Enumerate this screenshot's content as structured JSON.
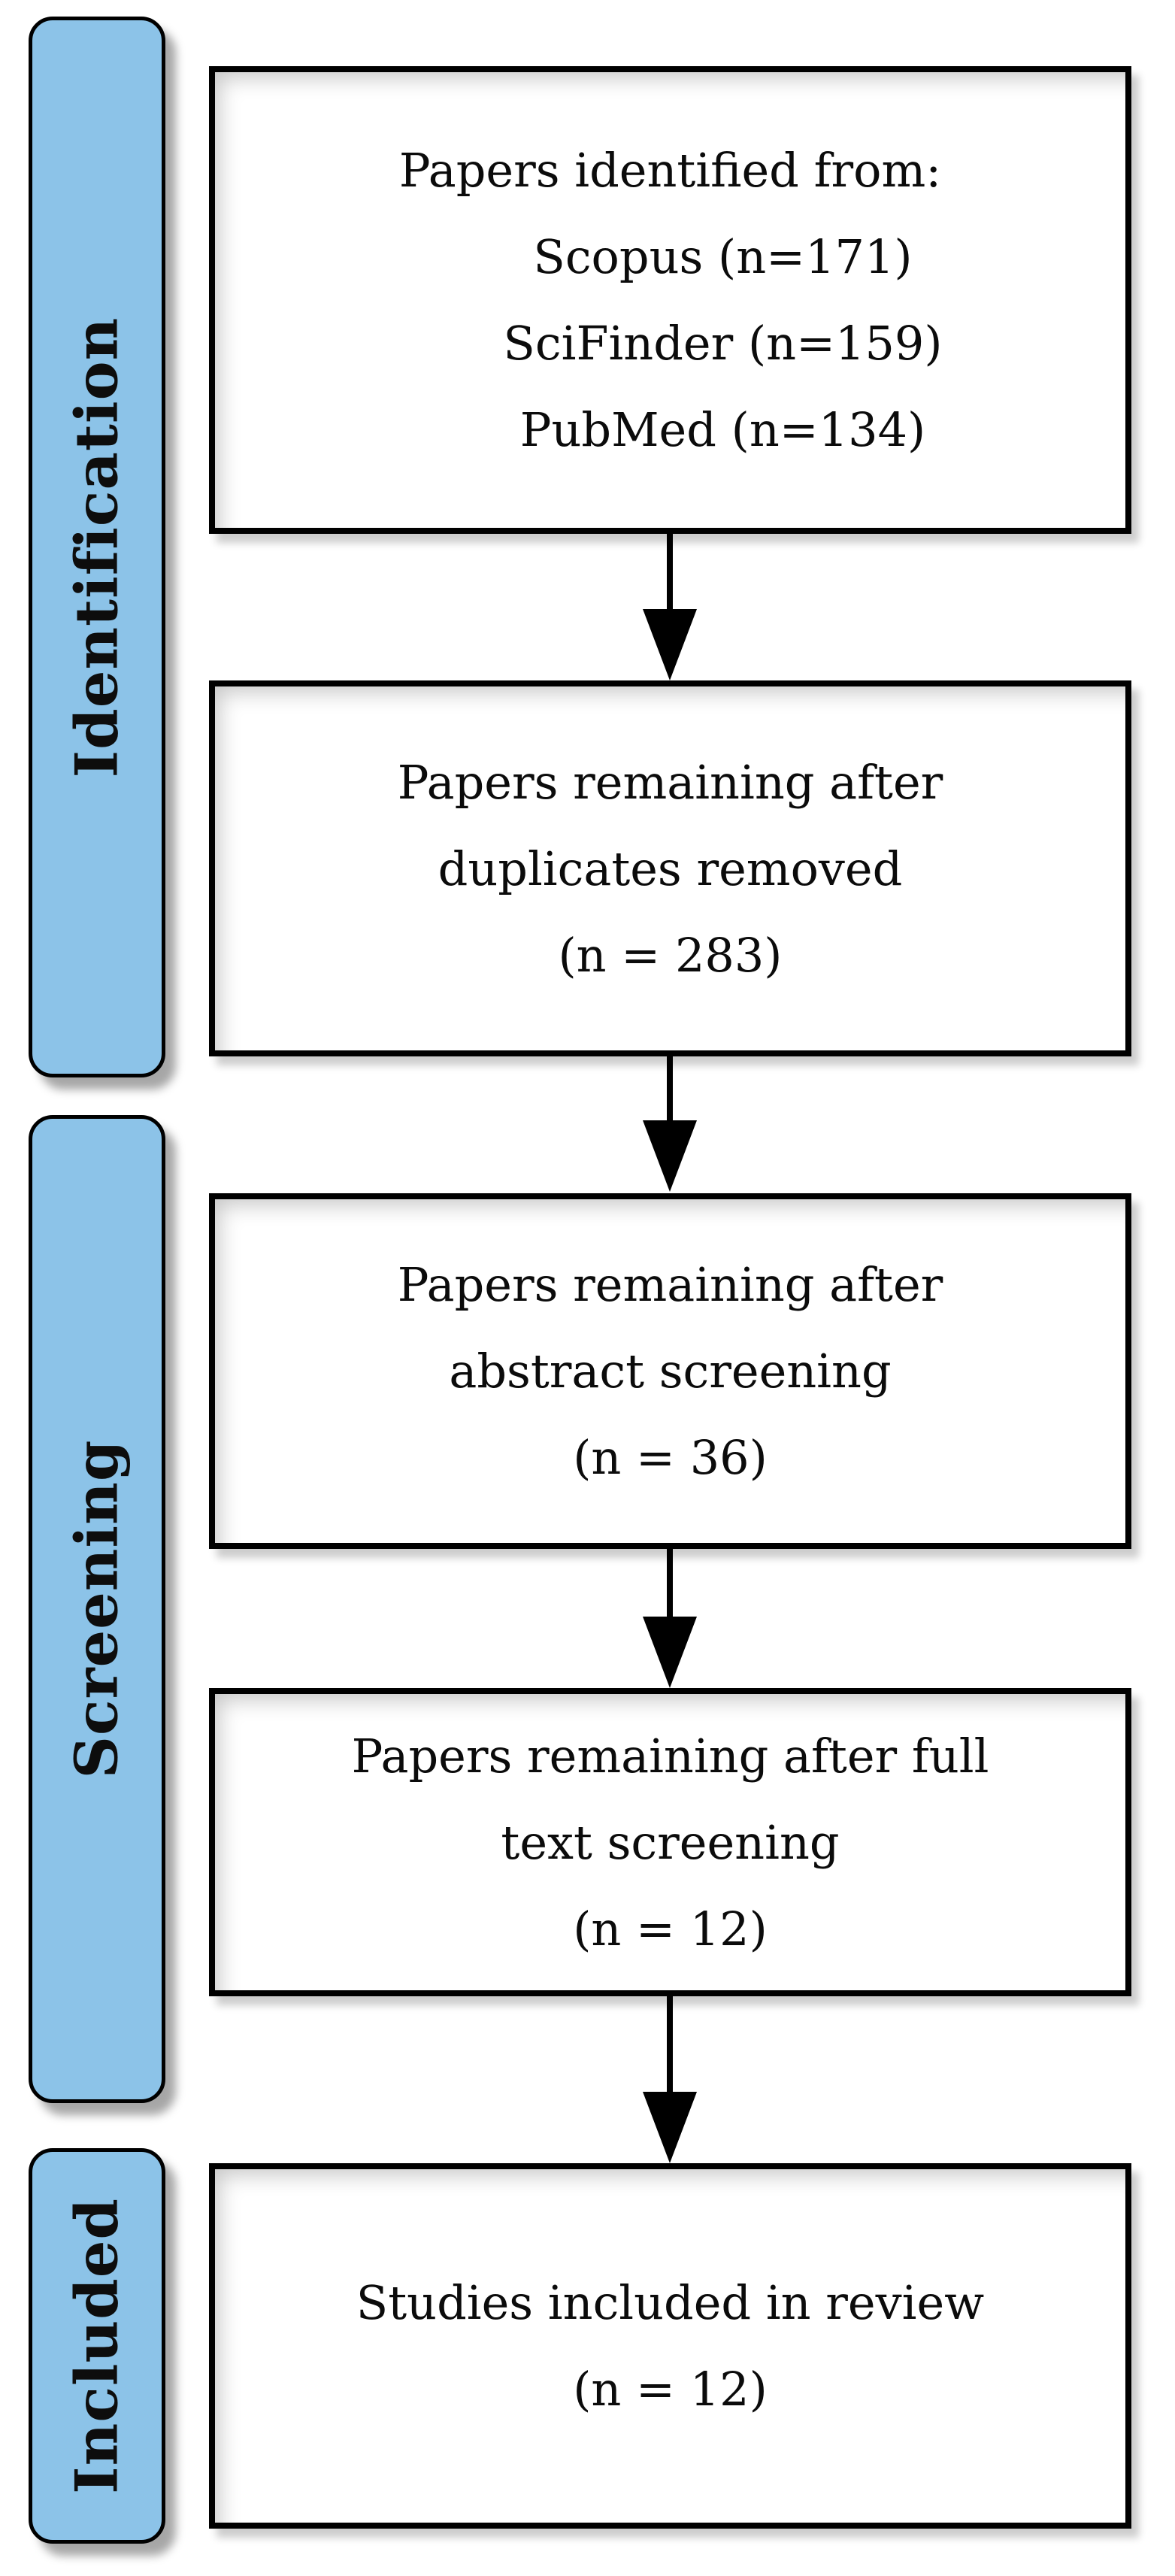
{
  "figure": {
    "type": "prisma-flow-diagram",
    "colors": {
      "stage_bar_fill": "#8CC3E8",
      "stage_bar_border": "#000000",
      "box_border": "#000000",
      "arrow": "#000000",
      "background": "#ffffff"
    },
    "stages": [
      {
        "label": "Identification"
      },
      {
        "label": "Screening"
      },
      {
        "label": "Included"
      }
    ],
    "boxes": [
      {
        "lines": [
          "Papers identified from:",
          "Scopus (n=171)",
          "SciFinder (n=159)",
          "PubMed (n=134)"
        ]
      },
      {
        "lines": [
          "Papers remaining after",
          "duplicates removed",
          "(n = 283)"
        ]
      },
      {
        "lines": [
          "Papers remaining after",
          "abstract screening",
          "(n = 36)"
        ]
      },
      {
        "lines": [
          "Papers remaining after full",
          "text screening",
          "(n = 12)"
        ]
      },
      {
        "lines": [
          "Studies included in review",
          "(n = 12)"
        ]
      }
    ]
  }
}
